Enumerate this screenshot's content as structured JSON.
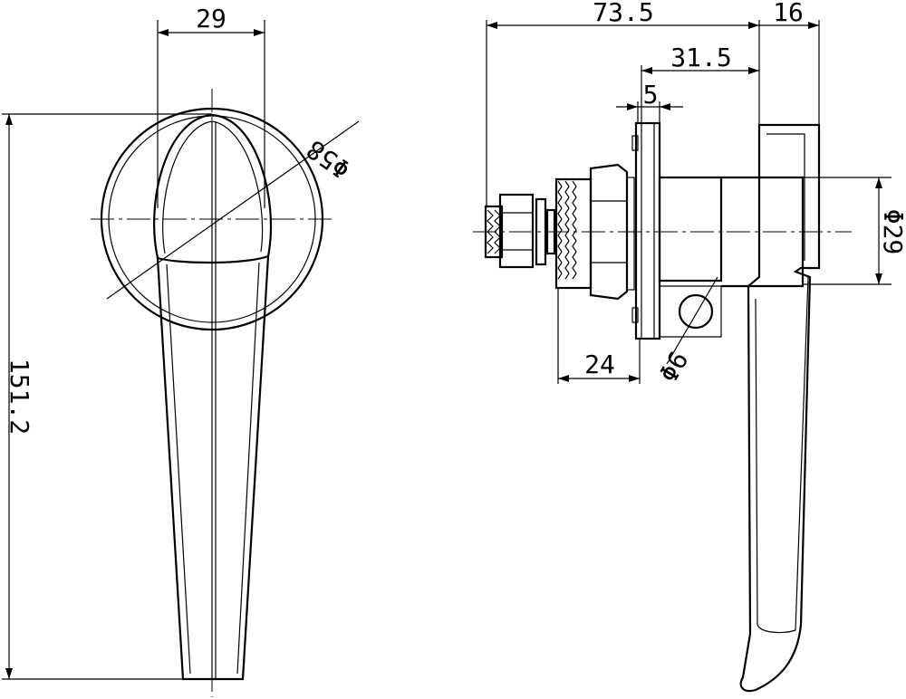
{
  "dimensions": {
    "front_width": "29",
    "front_circle_dia": "Φ58",
    "front_height": "151.2",
    "side_total": "73.5",
    "side_handle": "16",
    "side_body": "31.5",
    "side_plate": "5",
    "side_cam": "Φ29",
    "side_thread": "24",
    "side_hole": "Φ6"
  }
}
